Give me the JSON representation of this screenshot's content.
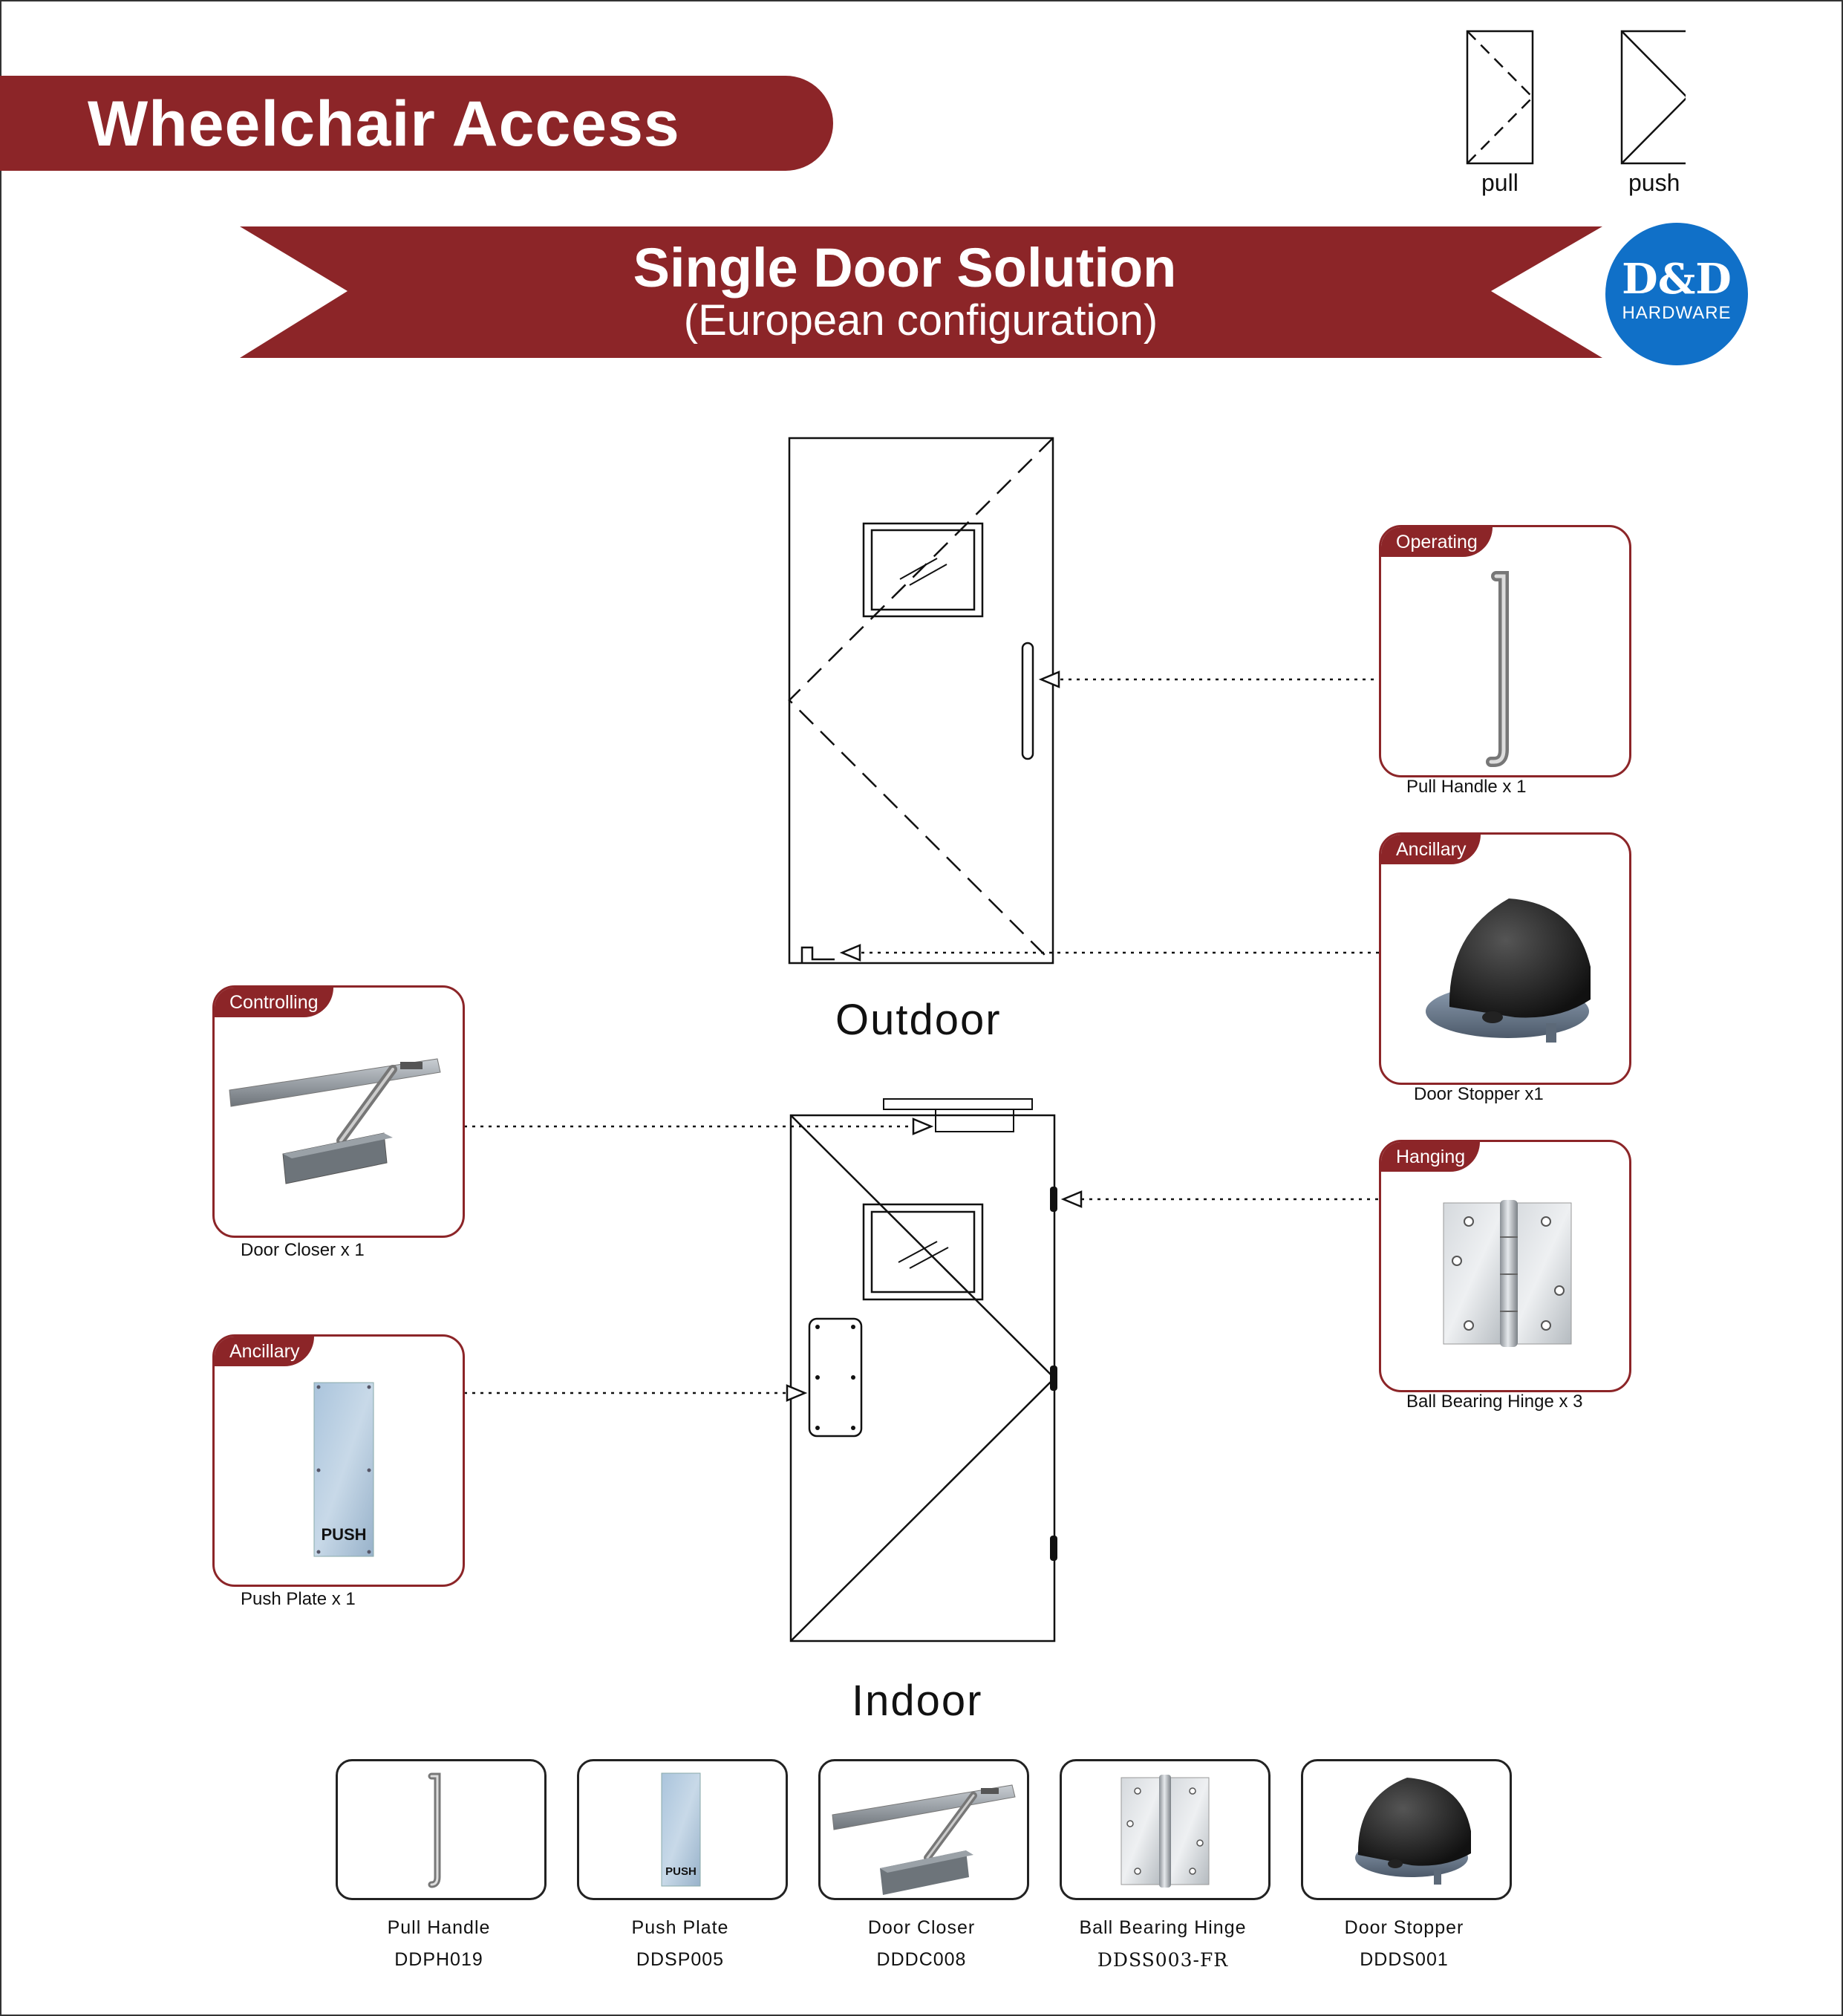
{
  "header": {
    "title": "Wheelchair Access"
  },
  "legend": {
    "pull_label": "pull",
    "push_label": "push"
  },
  "banner": {
    "title": "Single Door Solution",
    "subtitle": "(European configuration)"
  },
  "logo": {
    "main": "D&D",
    "sub": "HARDWARE"
  },
  "diagram": {
    "outdoor_label": "Outdoor",
    "indoor_label": "Indoor",
    "push_plate_text": "PUSH"
  },
  "callouts": [
    {
      "category": "Operating",
      "caption": "Pull Handle x 1",
      "icon": "pull-handle-icon"
    },
    {
      "category": "Ancillary",
      "caption": "Door Stopper x1",
      "icon": "door-stopper-icon"
    },
    {
      "category": "Hanging",
      "caption": "Ball Bearing Hinge x 3",
      "icon": "hinge-icon"
    },
    {
      "category": "Controlling",
      "caption": "Door Closer x 1",
      "icon": "door-closer-icon"
    },
    {
      "category": "Ancillary",
      "caption": "Push Plate x 1",
      "icon": "push-plate-icon"
    }
  ],
  "products": [
    {
      "name": "Pull Handle",
      "code": "DDPH019"
    },
    {
      "name": "Push Plate",
      "code": "DDSP005"
    },
    {
      "name": "Door Closer",
      "code": "DDDC008"
    },
    {
      "name": "Ball Bearing Hinge",
      "code": "DDSS003-FR"
    },
    {
      "name": "Door Stopper",
      "code": "DDDS001"
    }
  ],
  "colors": {
    "brand_red": "#8c2528",
    "logo_blue": "#1070c8"
  }
}
